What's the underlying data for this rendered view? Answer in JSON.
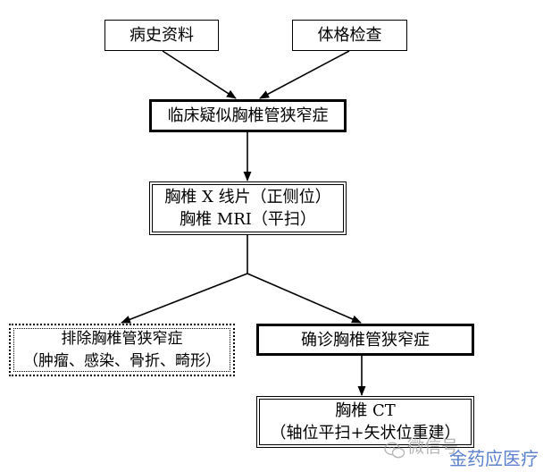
{
  "diagram": {
    "nodes": {
      "history": {
        "label": "病史资料"
      },
      "exam": {
        "label": "体格检查"
      },
      "suspected": {
        "label": "临床疑似胸椎管狭窄症"
      },
      "imaging": {
        "lines": [
          "胸椎 X 线片（正侧位）",
          "胸椎 MRI（平扫）"
        ]
      },
      "excluded": {
        "lines": [
          "排除胸椎管狭窄症",
          "（肿瘤、感染、骨折、畸形）"
        ]
      },
      "confirmed": {
        "label": "确诊胸椎管狭窄症"
      },
      "ct": {
        "lines": [
          "胸椎 CT",
          "（轴位平扫+矢状位重建）"
        ]
      }
    }
  },
  "watermark": {
    "wechat_label": "微信号",
    "brand": "金药应医疗"
  },
  "icons": {
    "watermark": "wechat-icon"
  },
  "colors": {
    "line": "#000000",
    "background": "#ffffff",
    "watermark_text": "#a8a8a8",
    "watermark_brand": "#4a73c8"
  }
}
